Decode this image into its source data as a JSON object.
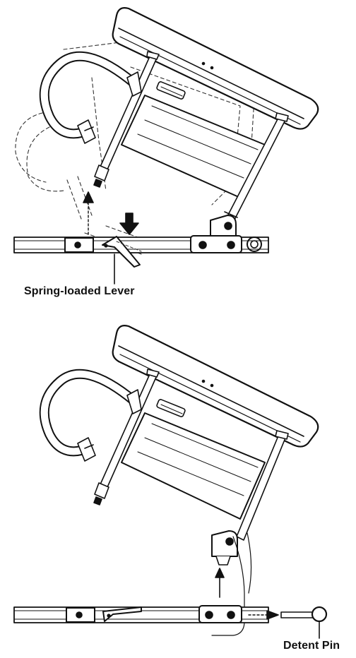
{
  "labels": {
    "spring_lever": "Spring-loaded Lever",
    "detent_pin": "Detent Pin"
  },
  "colors": {
    "ink": "#111111",
    "background": "#ffffff",
    "dash": "#333333",
    "panel_fill": "#ffffff"
  },
  "icons": {
    "press_arrow": "down-arrow",
    "lift_arrow": "up-arrow",
    "pin_arrow": "right-arrow"
  }
}
